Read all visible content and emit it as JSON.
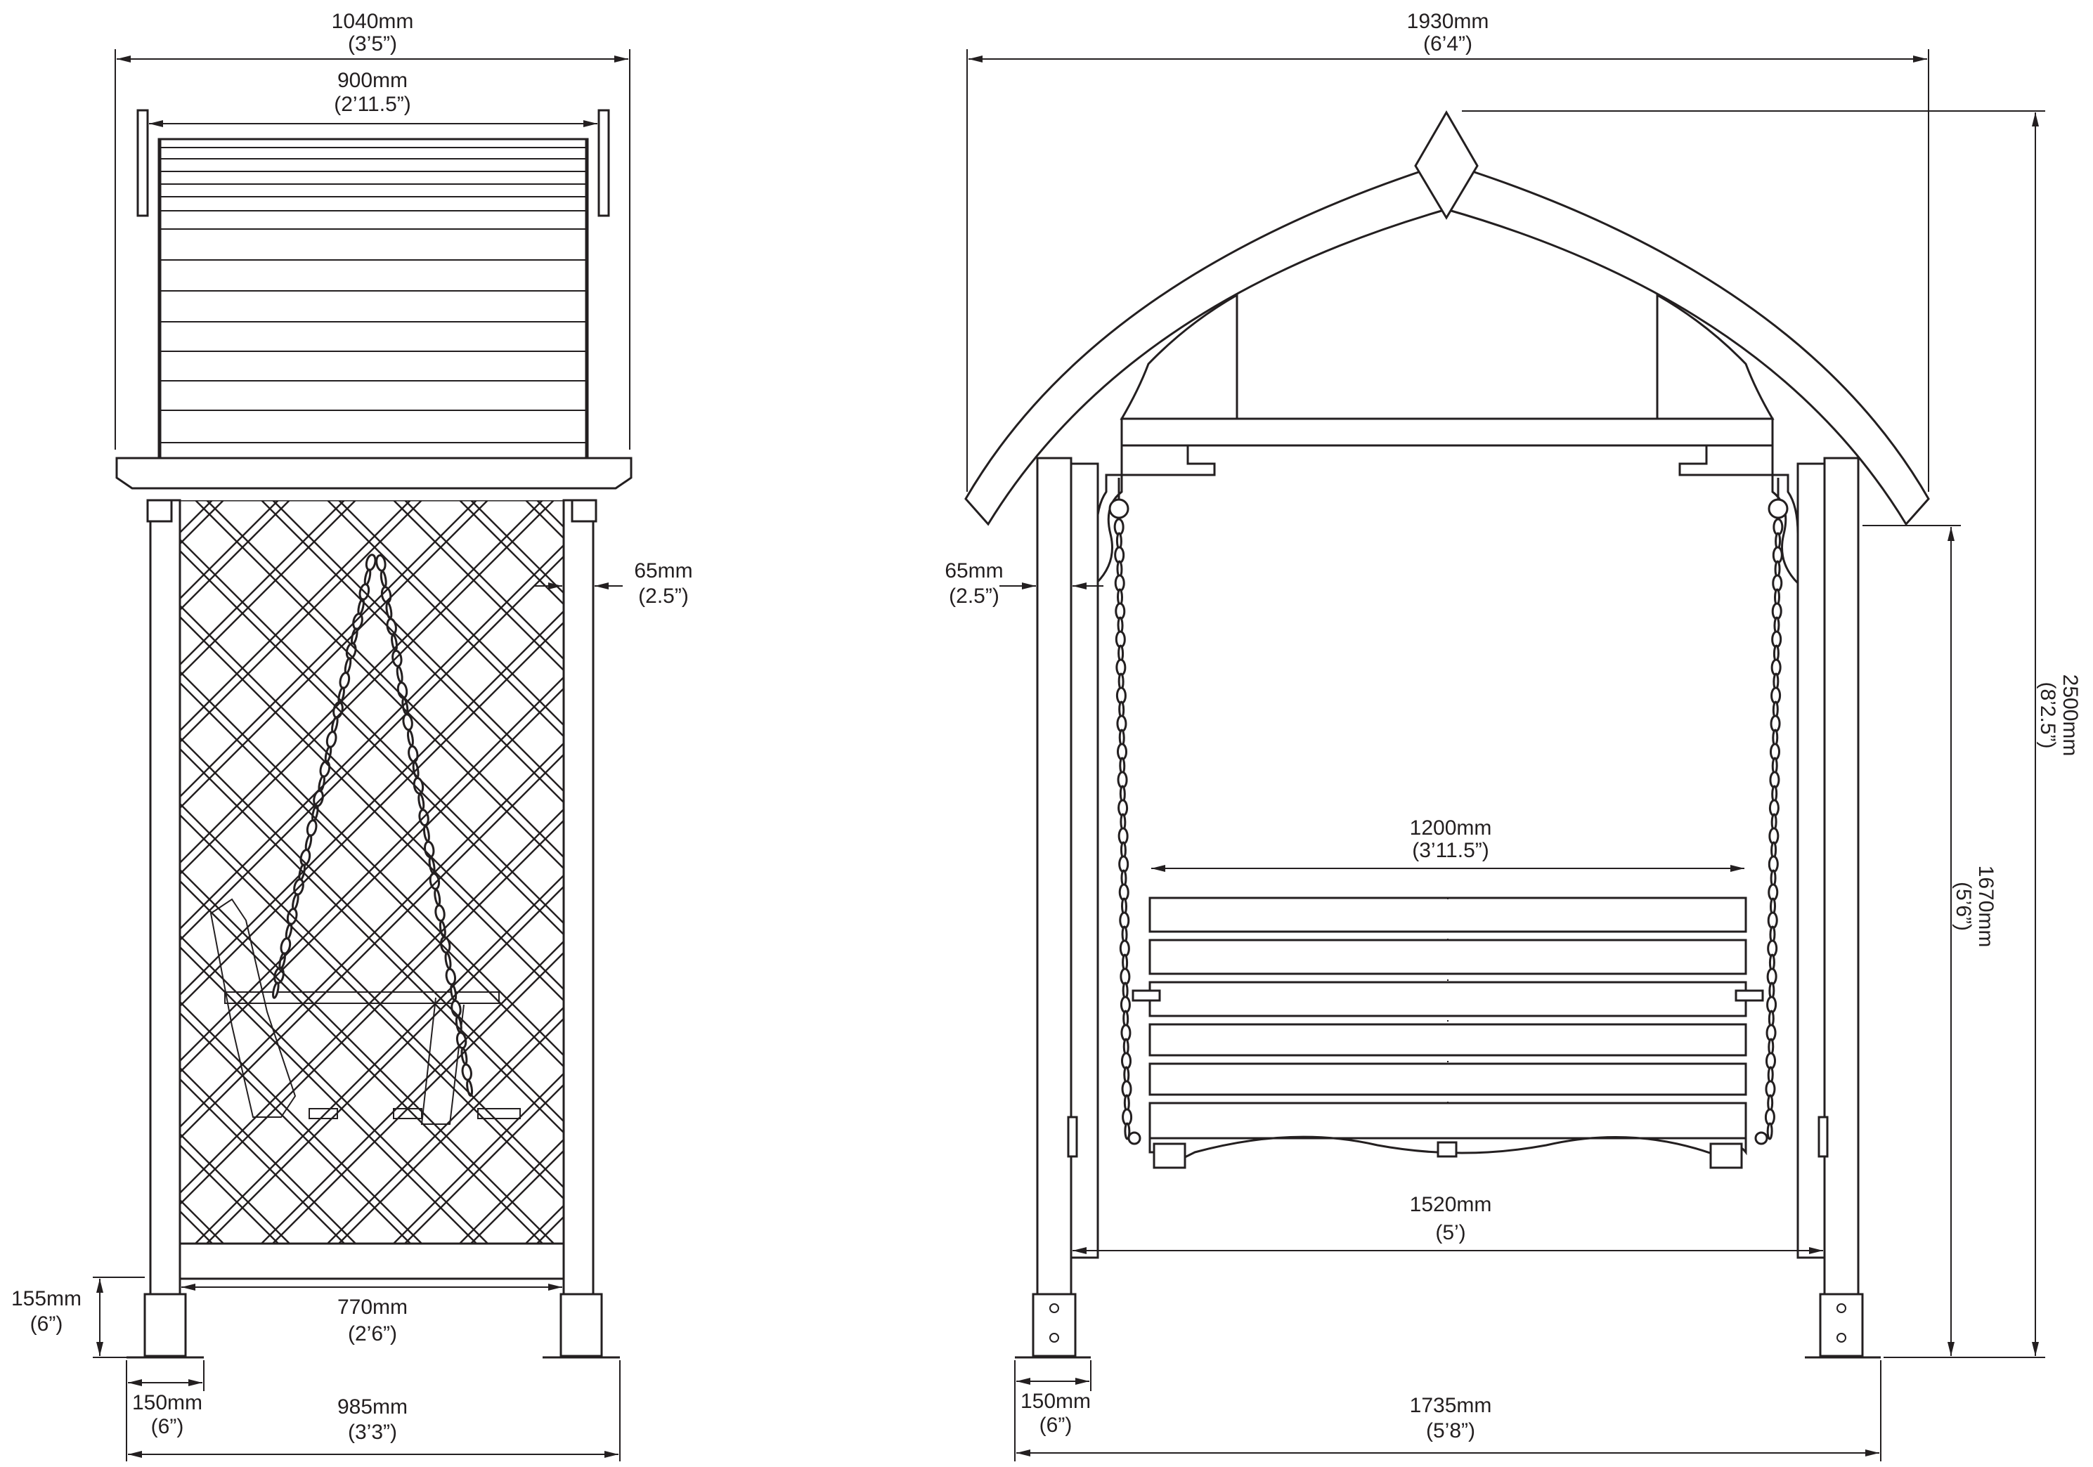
{
  "dimensions": {
    "side_overall_width": {
      "metric": "1040mm",
      "imperial": "(3’5”)"
    },
    "side_roof_width": {
      "metric": "900mm",
      "imperial": "(2’11.5”)"
    },
    "side_post_width": {
      "metric": "65mm",
      "imperial": "(2.5”)"
    },
    "side_foot_height": {
      "metric": "155mm",
      "imperial": "(6”)"
    },
    "side_inner_width": {
      "metric": "770mm",
      "imperial": "(2’6”)"
    },
    "side_base_plate": {
      "metric": "150mm",
      "imperial": "(6”)"
    },
    "side_base_width": {
      "metric": "985mm",
      "imperial": "(3’3”)"
    },
    "front_overall_width": {
      "metric": "1930mm",
      "imperial": "(6’4”)"
    },
    "front_post_width": {
      "metric": "65mm",
      "imperial": "(2.5”)"
    },
    "front_overall_height": {
      "metric": "2500mm",
      "imperial": "(8’2.5”)"
    },
    "front_post_height": {
      "metric": "1670mm",
      "imperial": "(5’6”)"
    },
    "front_seat_width": {
      "metric": "1200mm",
      "imperial": "(3’11.5”)"
    },
    "front_inner_width": {
      "metric": "1520mm",
      "imperial": "(5’)"
    },
    "front_base_plate": {
      "metric": "150mm",
      "imperial": "(6”)"
    },
    "front_base_width": {
      "metric": "1735mm",
      "imperial": "(5’8”)"
    }
  }
}
